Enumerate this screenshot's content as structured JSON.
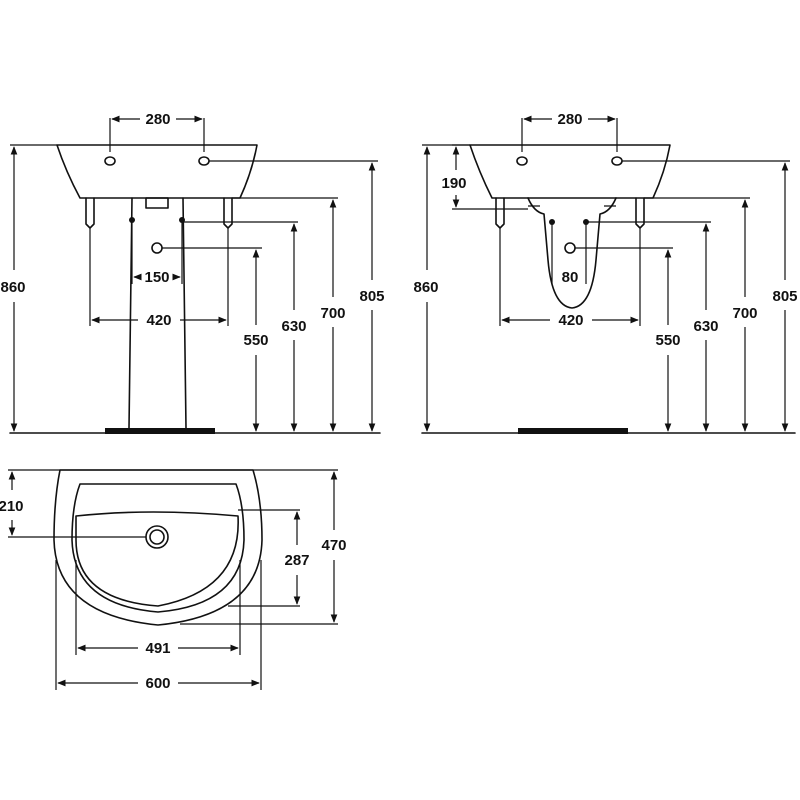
{
  "colors": {
    "ink": "#111111",
    "background": "#ffffff"
  },
  "front_view": {
    "tap_spacing": "280",
    "overall_height": "860",
    "outlet_spacing": "150",
    "waste_spacing": "420",
    "waste_height": "550",
    "outlet_height": "630",
    "rim_under_height": "700",
    "rim_height": "805"
  },
  "side_view": {
    "tap_spacing": "280",
    "rim_to_fixing": "190",
    "overall_height": "860",
    "trap_spacing": "80",
    "waste_spacing": "420",
    "waste_height": "550",
    "outlet_height": "630",
    "rim_under_height": "700",
    "rim_height": "805"
  },
  "plan_view": {
    "front_to_waste": "210",
    "bowl_depth": "287",
    "overall_depth": "470",
    "bowl_width": "491",
    "overall_width": "600"
  }
}
